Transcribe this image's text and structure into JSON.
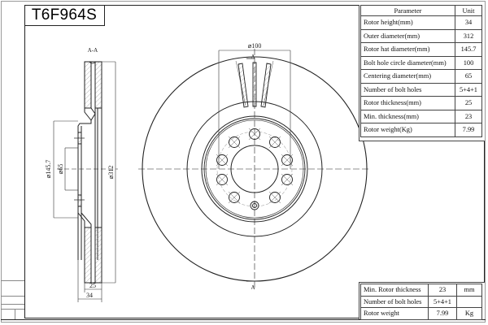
{
  "title": {
    "part_number": "T6F964S"
  },
  "section_label": "A-A",
  "section_marker": "A",
  "side_view_dimensions": {
    "hat_diameter": "⌀145.7",
    "centering_diameter": "⌀65",
    "outer_diameter": "⌀312",
    "thickness": "25",
    "height": "34"
  },
  "front_view_dimensions": {
    "bolt_circle": "⌀100"
  },
  "parameters_table": {
    "header": {
      "parameter": "Parameter",
      "unit": "Unit"
    },
    "rows": [
      {
        "parameter": "Rotor height(mm)",
        "value": "34"
      },
      {
        "parameter": "Outer diameter(mm)",
        "value": "312"
      },
      {
        "parameter": "Rotor hat diameter(mm)",
        "value": "145.7"
      },
      {
        "parameter": "Bolt hole circle diameter(mm)",
        "value": "100"
      },
      {
        "parameter": "Centering diameter(mm)",
        "value": "65"
      },
      {
        "parameter": "Number of bolt holes",
        "value": "5+4+1"
      },
      {
        "parameter": "Rotor thickness(mm)",
        "value": "25"
      },
      {
        "parameter": "Min. thickness(mm)",
        "value": "23"
      },
      {
        "parameter": "Rotor weight(Kg)",
        "value": "7.99"
      }
    ]
  },
  "summary_table": {
    "rows": [
      {
        "label": "Min. Rotor thickness",
        "value": "23",
        "unit": "mm"
      },
      {
        "label": "Number of bolt holes",
        "value": "5+4+1",
        "unit": ""
      },
      {
        "label": "Rotor weight",
        "value": "7.99",
        "unit": "Kg"
      }
    ]
  }
}
